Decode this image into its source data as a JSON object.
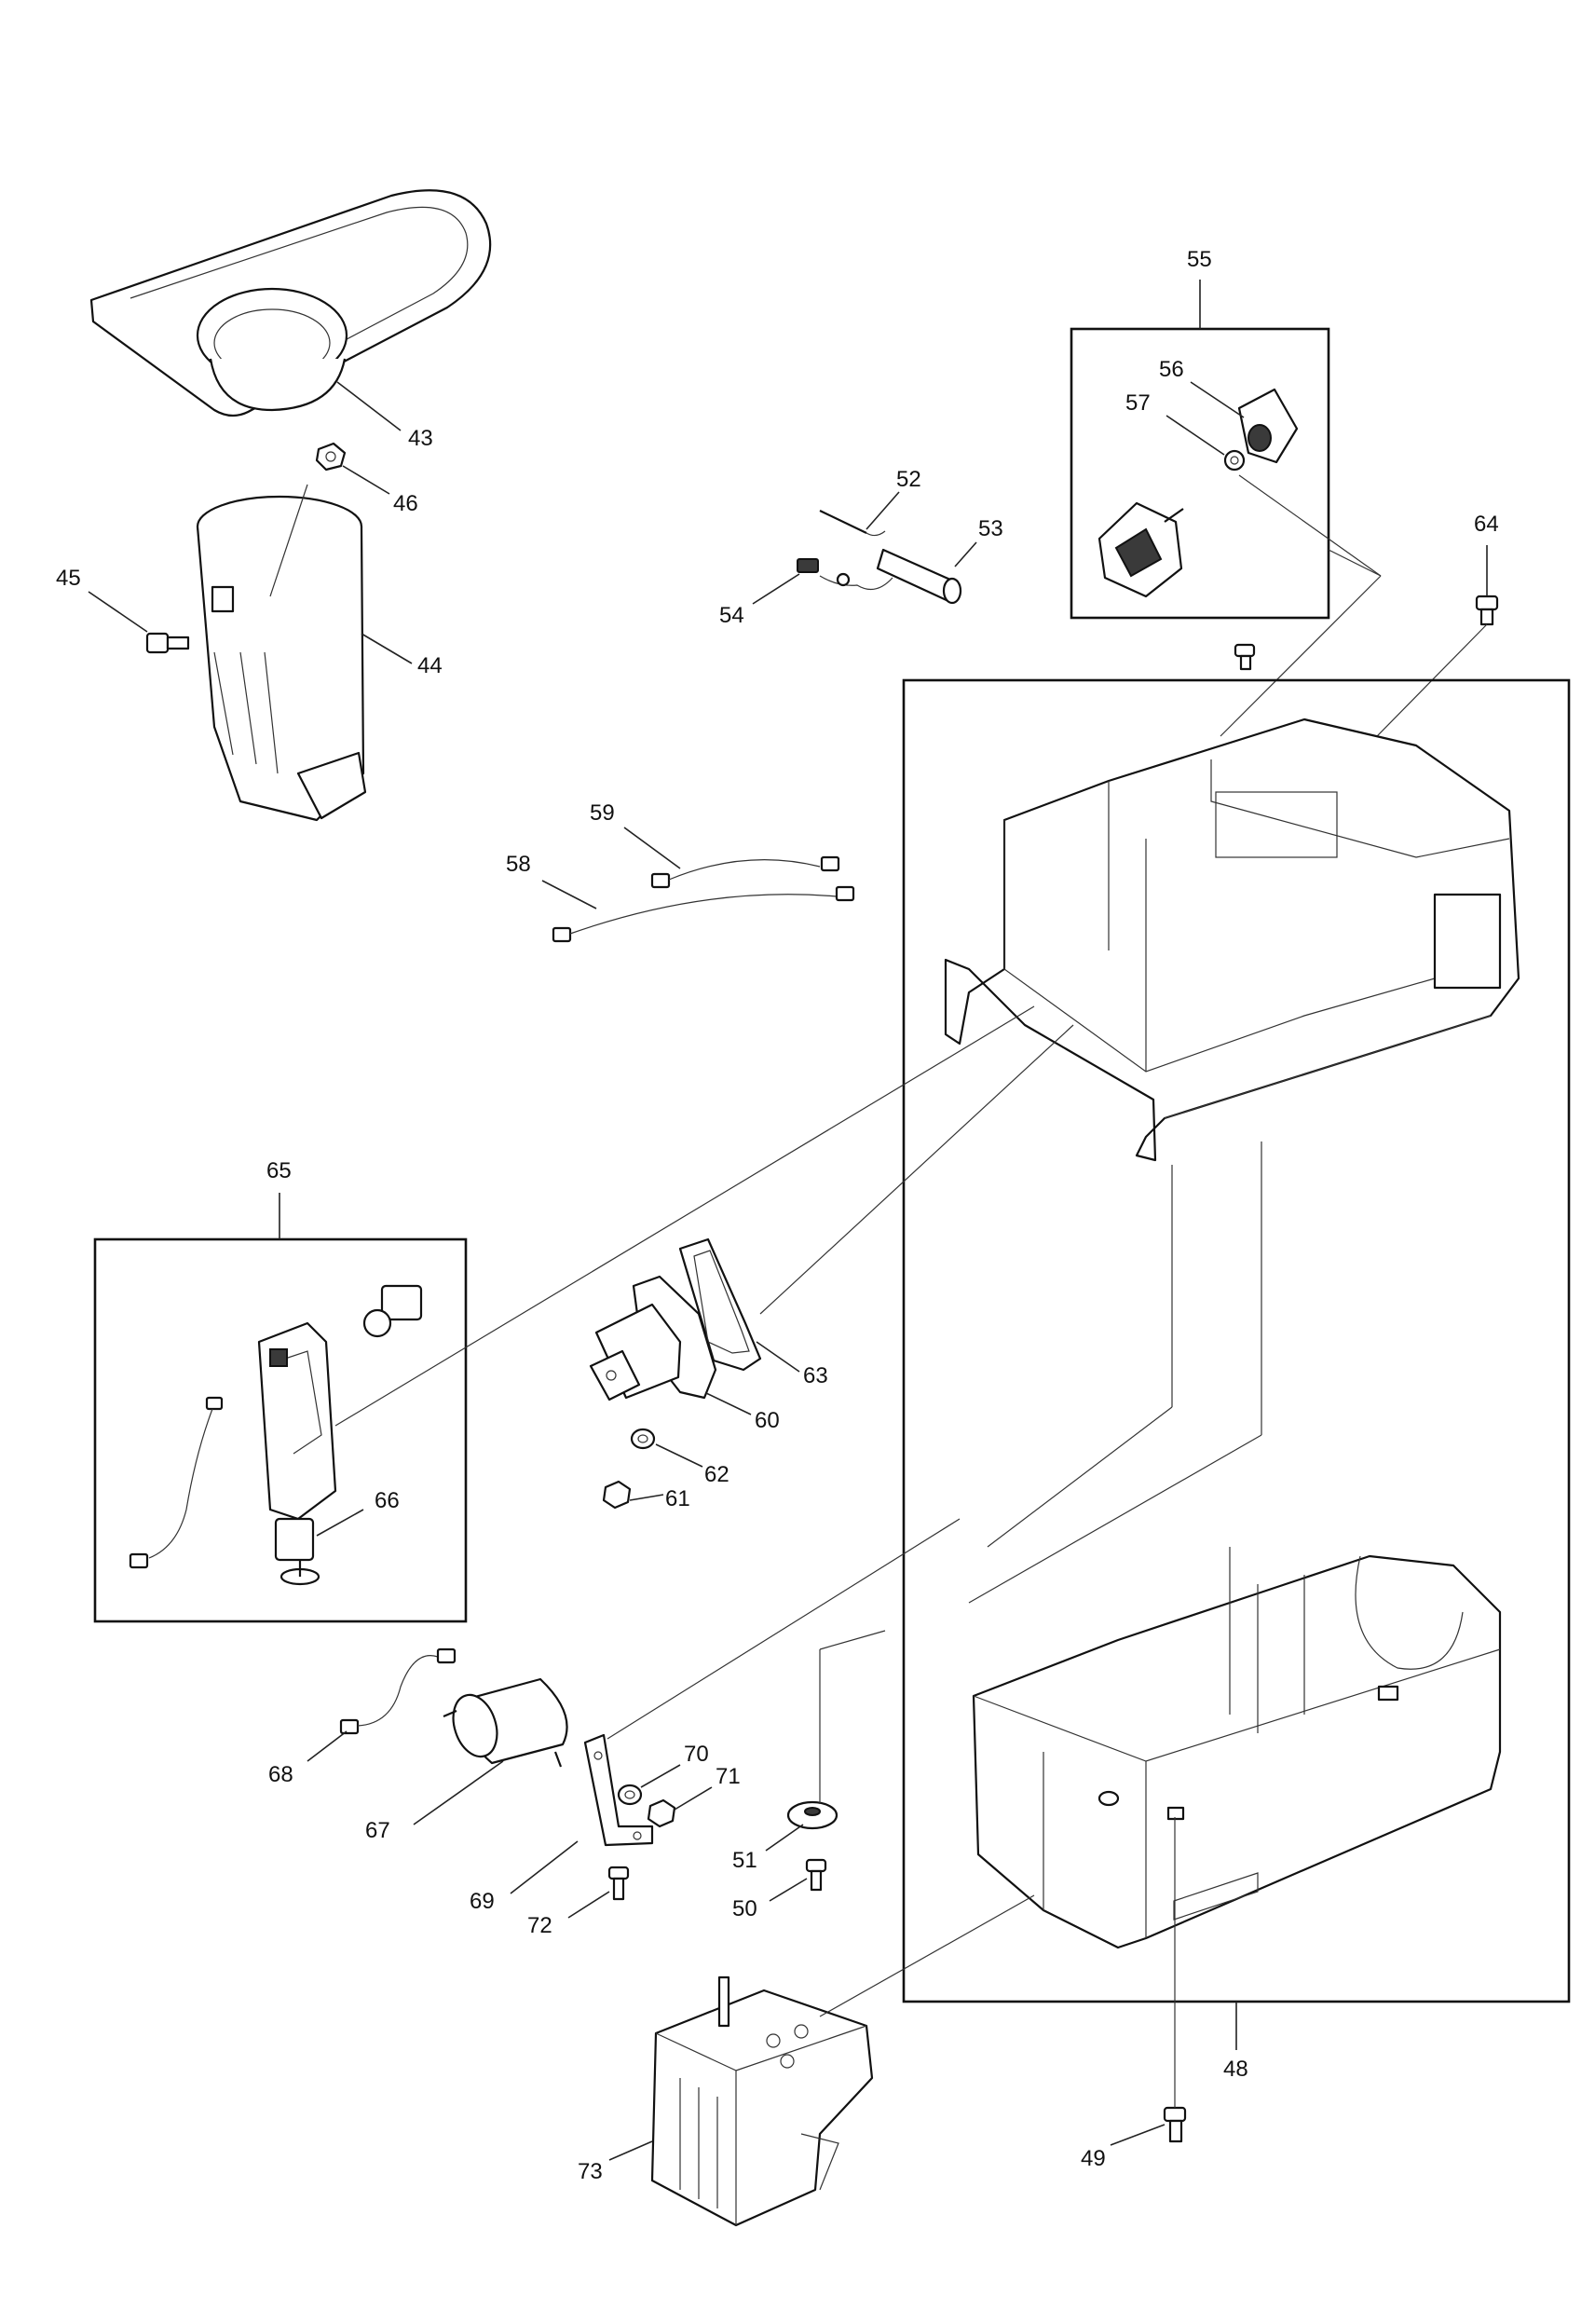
{
  "labels": {
    "p43": "43",
    "p44": "44",
    "p45": "45",
    "p46": "46",
    "p48": "48",
    "p49": "49",
    "p50": "50",
    "p51": "51",
    "p52": "52",
    "p53": "53",
    "p54": "54",
    "p55": "55",
    "p56": "56",
    "p57": "57",
    "p58": "58",
    "p59": "59",
    "p60": "60",
    "p61": "61",
    "p62": "62",
    "p63": "63",
    "p64": "64",
    "p65": "65",
    "p66": "66",
    "p67": "67",
    "p68": "68",
    "p69": "69",
    "p70": "70",
    "p71": "71",
    "p72": "72",
    "p73": "73"
  }
}
